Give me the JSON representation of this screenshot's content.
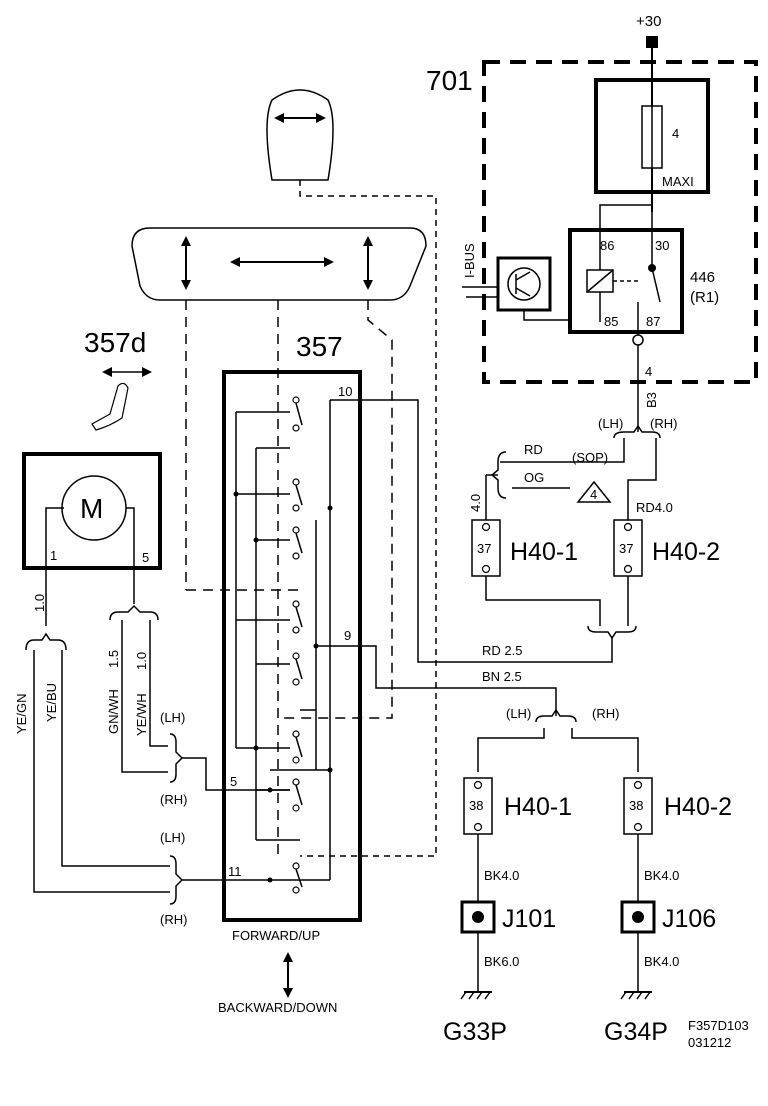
{
  "header": {
    "supply_label": "+30",
    "central_unit": "701",
    "seat_assembly": "357",
    "motor_ref": "357d",
    "motor_symbol": "M"
  },
  "fuse": {
    "number": "4",
    "type": "MAXI"
  },
  "relay": {
    "id": "446",
    "sub": "(R1)",
    "pins": [
      "86",
      "30",
      "85",
      "87"
    ],
    "bus_label": "I-BUS"
  },
  "wiring": {
    "wire_4": "4",
    "wire_b3": "B3",
    "lh": "(LH)",
    "rh": "(RH)",
    "rd": "RD",
    "og": "OG",
    "sop": "(SOP)",
    "note": "4",
    "w40": "4.0",
    "rd40": "RD4.0",
    "rd25": "RD 2.5",
    "bn25": "BN 2.5",
    "bk40a": "BK4.0",
    "bk40b": "BK4.0",
    "bk60": "BK6.0",
    "bk40c": "BK4.0",
    "motor_pin1": "1",
    "motor_pin5": "5",
    "w10": "1.0",
    "yegn": "YE/GN",
    "yebu": "YE/BU",
    "gnwh": "GN/WH",
    "w15": "1.5",
    "yewh": "YE/WH",
    "w10b": "1.0",
    "sw_pin10": "10",
    "sw_pin9": "9",
    "sw_pin5": "5",
    "sw_pin11": "11"
  },
  "connectors": {
    "h40_1_top": {
      "pin": "37",
      "label": "H40-1"
    },
    "h40_2_top": {
      "pin": "37",
      "label": "H40-2"
    },
    "h40_1_bot": {
      "pin": "38",
      "label": "H40-1"
    },
    "h40_2_bot": {
      "pin": "38",
      "label": "H40-2"
    },
    "j101": "J101",
    "j106": "J106",
    "g33p": "G33P",
    "g34p": "G34P"
  },
  "switch": {
    "forward": "FORWARD/UP",
    "backward": "BACKWARD/DOWN"
  },
  "footer": {
    "code": "F357D103",
    "date": "031212"
  }
}
